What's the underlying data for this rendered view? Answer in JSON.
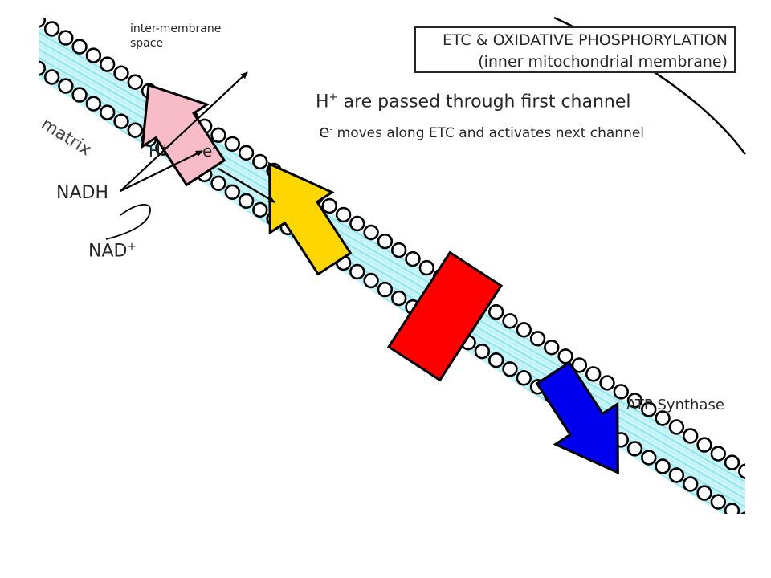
{
  "title": {
    "line1": "ETC & OXIDATIVE PHOSPHORYLATION",
    "line2": "(inner mitochondrial membrane)"
  },
  "labels": {
    "intermembrane_line1": "inter-membrane",
    "intermembrane_line2": "space",
    "matrix": "matrix",
    "nadh": "NADH",
    "nad": "NAD",
    "nad_sup": "+",
    "h": "H",
    "h_sup": "+",
    "e": "e",
    "e_sup": "-",
    "atp_synthase": "ATP Synthase"
  },
  "notes": {
    "line1_h": "H",
    "line1_sup": "+",
    "line1_text": " are passed through first channel",
    "line2_e": "e",
    "line2_sup": "-",
    "line2_text": " moves along ETC and activates next channel"
  },
  "colors": {
    "membrane_fill": "#cdf6f8",
    "membrane_hatch": "#8fe6ee",
    "bead": "#ffffff",
    "outline": "#000000",
    "pink_channel": "#f7bcc7",
    "yellow_channel": "#ffd700",
    "red_channel": "#ff0000",
    "blue_channel": "#0000ee"
  }
}
